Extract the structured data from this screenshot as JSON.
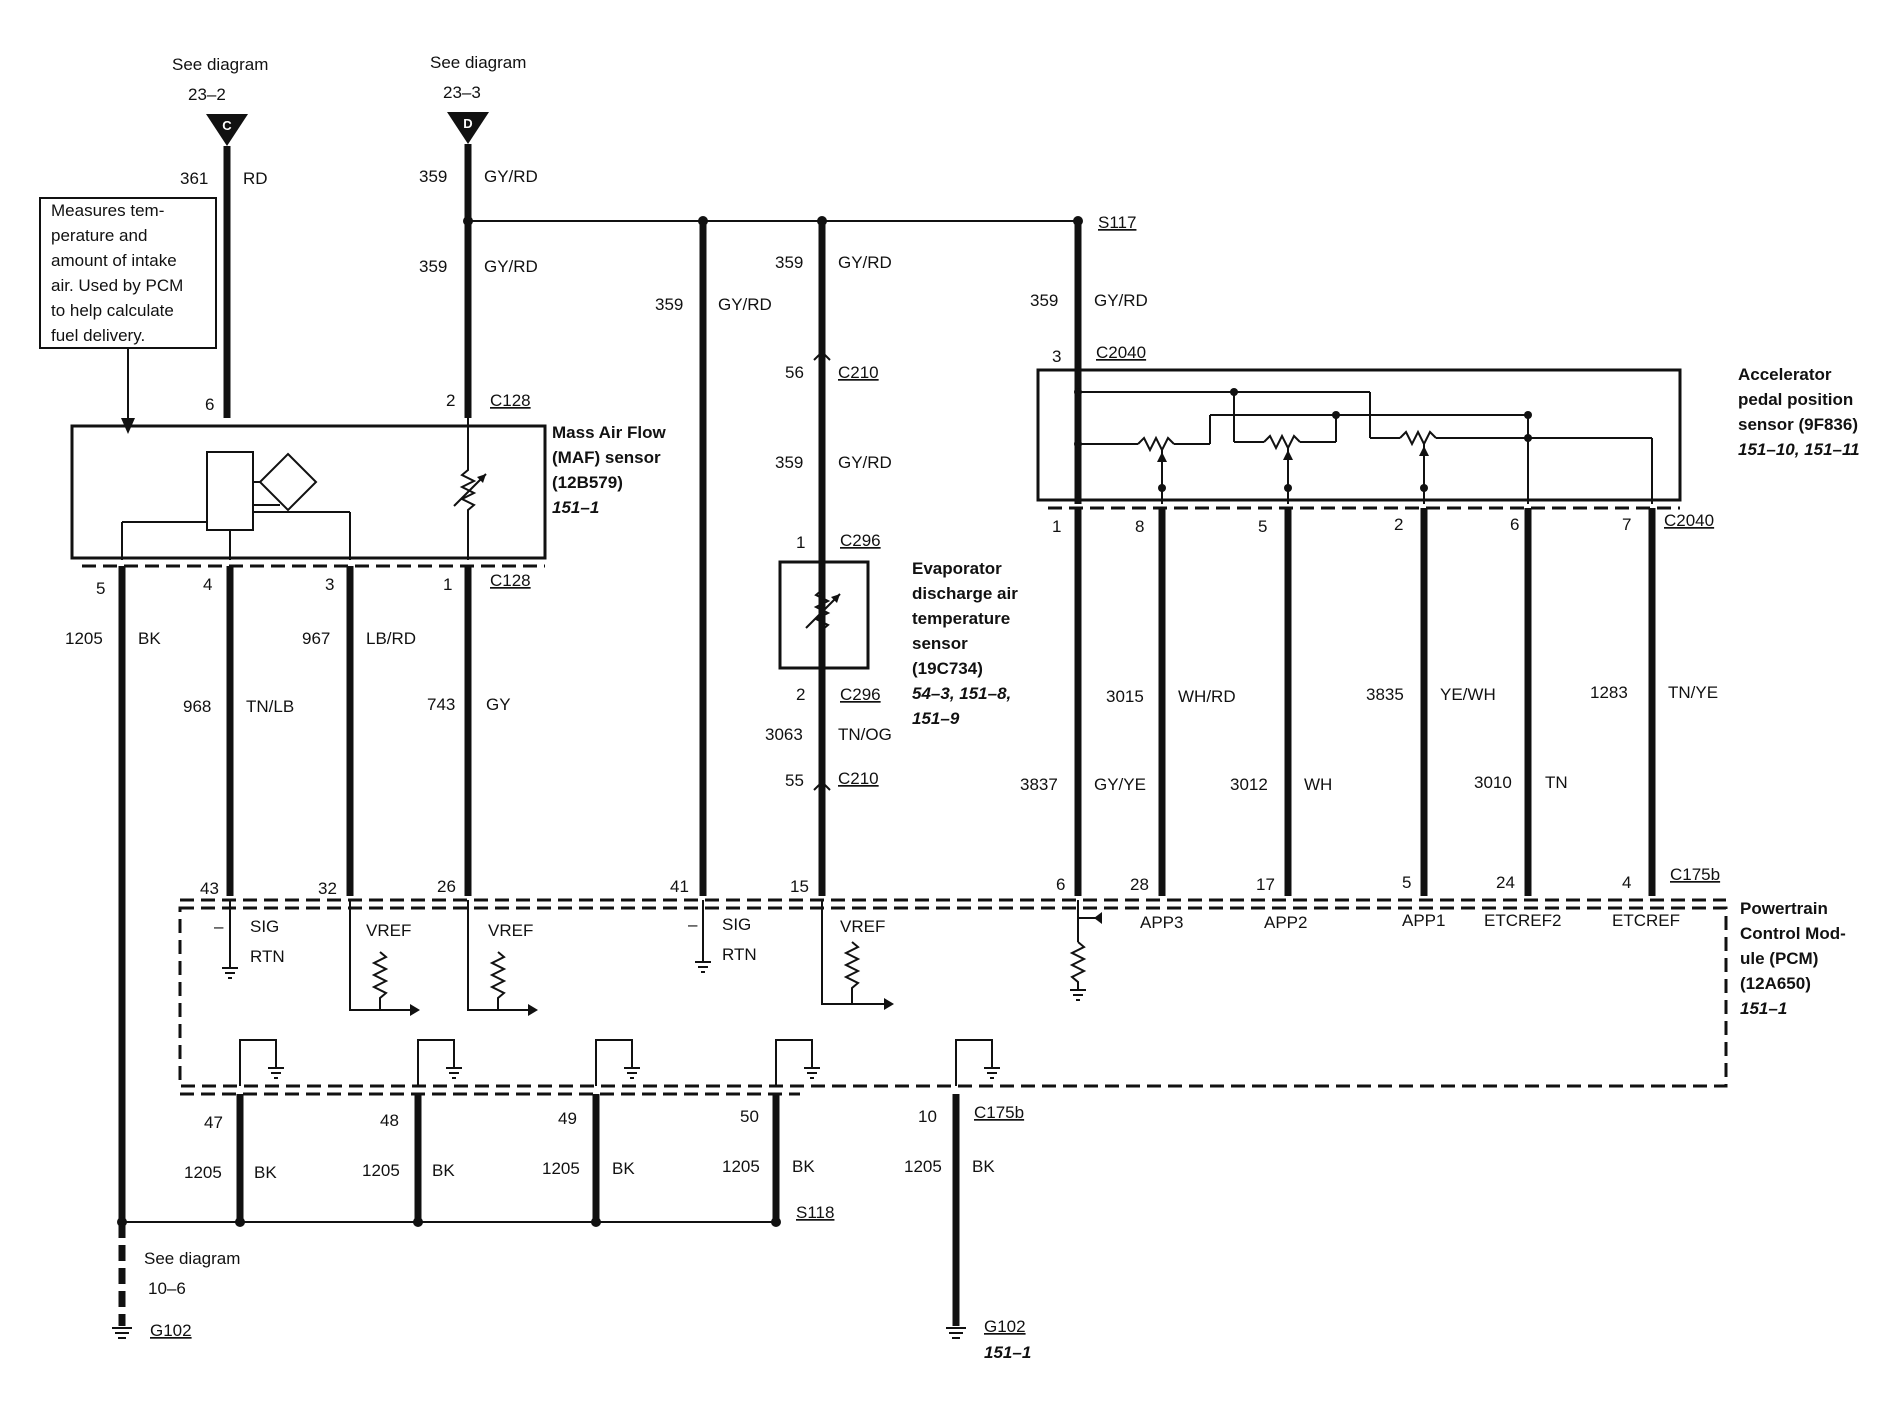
{
  "see_diagram": {
    "label": "See diagram",
    "c_ref": "23–2",
    "c_letter": "C",
    "d_ref": "23–3",
    "d_letter": "D",
    "bottom_ref": "10–6"
  },
  "note": {
    "lines": [
      "Measures tem-",
      "perature and",
      "amount of intake",
      "air. Used by PCM",
      "to help calculate",
      "fuel delivery."
    ]
  },
  "wires": {
    "w361": "361",
    "rd": "RD",
    "w359": "359",
    "gyrd": "GY/RD",
    "w1205": "1205",
    "bk": "BK",
    "w968": "968",
    "tnlb": "TN/LB",
    "w967": "967",
    "lbrd": "LB/RD",
    "w743": "743",
    "gy": "GY",
    "w3063": "3063",
    "tnog": "TN/OG",
    "w3837": "3837",
    "gyye": "GY/YE",
    "w3015": "3015",
    "whrd": "WH/RD",
    "w3012": "3012",
    "wh": "WH",
    "w3835": "3835",
    "yewh": "YE/WH",
    "w3010": "3010",
    "tn": "TN",
    "w1283": "1283",
    "tnye": "TN/YE"
  },
  "connectors": {
    "c128": "C128",
    "c210": "C210",
    "c296": "C296",
    "c2040": "C2040",
    "c175b": "C175b",
    "s117": "S117",
    "s118": "S118",
    "g102": "G102"
  },
  "pins": {
    "p1": "1",
    "p2": "2",
    "p3": "3",
    "p4": "4",
    "p5": "5",
    "p6": "6",
    "p7": "7",
    "p8": "8",
    "p10": "10",
    "p15": "15",
    "p17": "17",
    "p24": "24",
    "p26": "26",
    "p28": "28",
    "p32": "32",
    "p41": "41",
    "p43": "43",
    "p47": "47",
    "p48": "48",
    "p49": "49",
    "p50": "50",
    "p55": "55",
    "p56": "56"
  },
  "components": {
    "maf": {
      "l1": "Mass Air Flow",
      "l2": "(MAF) sensor",
      "l3": "(12B579)",
      "ref": "151–1"
    },
    "evap": {
      "l1": "Evaporator",
      "l2": "discharge air",
      "l3": "temperature",
      "l4": "sensor",
      "l5": "(19C734)",
      "ref1": "54–3, 151–8,",
      "ref2": "151–9"
    },
    "app": {
      "l1": "Accelerator",
      "l2": "pedal position",
      "l3": "sensor (9F836)",
      "ref": "151–10, 151–11"
    },
    "pcm": {
      "l1": "Powertrain",
      "l2": "Control Mod-",
      "l3": "ule (PCM)",
      "l4": "(12A650)",
      "ref": "151–1"
    }
  },
  "pcm_pins": {
    "minus": "–",
    "sig": "SIG",
    "rtn": "RTN",
    "vref": "VREF",
    "app1": "APP1",
    "app2": "APP2",
    "app3": "APP3",
    "etcref2": "ETCREF2",
    "etcref": "ETCREF"
  },
  "ground_ref": "151–1"
}
